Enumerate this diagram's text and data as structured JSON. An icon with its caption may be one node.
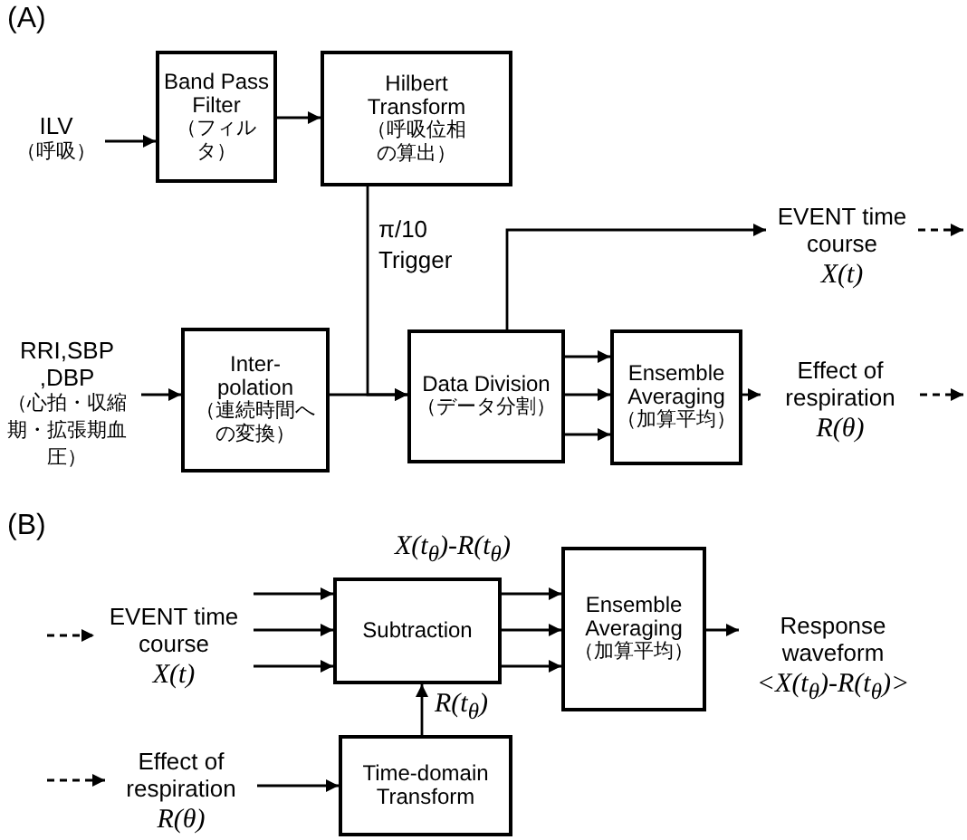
{
  "diagram": {
    "nodes": [
      {
        "text": [
          "ILV",
          "（呼吸）"
        ]
      },
      {
        "text": [
          "Band Pass Filter",
          "（フィルタ）"
        ]
      },
      {
        "text": [
          "Hilbert Transform",
          "（呼吸位相の算出）"
        ]
      },
      {
        "text": [
          "RRI,SBP ,DBP",
          "（心拍・収縮期・拡張期血圧）"
        ]
      },
      {
        "text": [
          "Inter- polation",
          "（連続時間への変換）"
        ]
      },
      {
        "text": [
          "Data Division",
          "（データ分割）"
        ]
      },
      {
        "text": [
          "Ensemble Averaging",
          "（加算平均）"
        ]
      },
      {
        "text": [
          "EVENT time course",
          "X(t)"
        ]
      },
      {
        "text": [
          "Effect of respiration",
          "R(θ)"
        ]
      },
      {
        "text": [
          "EVENT time course",
          "X(t)"
        ]
      },
      {
        "text": [
          "Subtraction"
        ]
      },
      {
        "text": [
          "Ensemble Averaging",
          "（加算平均）"
        ]
      },
      {
        "text": [
          "Response waveform",
          "<X(t$_{θ}$)-R(t$_{θ}$)>"
        ]
      },
      {
        "text": [
          "Effect of respiration",
          "R(θ)"
        ]
      },
      {
        "text": [
          "Time-domain Transform"
        ]
      }
    ],
    "edges": [
      {
        "from": 0,
        "to": 1,
        "arrow": "to"
      },
      {
        "from": 1,
        "to": 2,
        "arrow": "to"
      },
      {
        "from": 2,
        "to": 5,
        "arrow": "to",
        "label": "π/10 Trigger"
      },
      {
        "from": 3,
        "to": 4,
        "arrow": "to"
      },
      {
        "from": 4,
        "to": 5,
        "arrow": "to"
      },
      {
        "from": 5,
        "to": 6,
        "arrow": "to"
      },
      {
        "from": 5,
        "to": 6,
        "arrow": "to"
      },
      {
        "from": 5,
        "to": 6,
        "arrow": "to"
      },
      {
        "from": 5,
        "to": 7,
        "arrow": "to"
      },
      {
        "from": 6,
        "to": 8,
        "arrow": "to"
      },
      {
        "from": 7,
        "to": null,
        "arrow": "to",
        "style": "dashed"
      },
      {
        "from": 8,
        "to": null,
        "arrow": "to",
        "style": "dashed"
      },
      {
        "from": null,
        "to": 9,
        "arrow": "to",
        "style": "dashed"
      },
      {
        "from": 9,
        "to": 10,
        "arrow": "to"
      },
      {
        "from": 9,
        "to": 10,
        "arrow": "to"
      },
      {
        "from": 9,
        "to": 10,
        "arrow": "to"
      },
      {
        "from": 10,
        "to": 11,
        "arrow": "to"
      },
      {
        "from": 10,
        "to": 11,
        "arrow": "to"
      },
      {
        "from": 10,
        "to": 11,
        "arrow": "to"
      },
      {
        "from": 11,
        "to": 12,
        "arrow": "to"
      },
      {
        "from": null,
        "to": 13,
        "arrow": "to",
        "style": "dashed"
      },
      {
        "from": 13,
        "to": 14,
        "arrow": "to"
      },
      {
        "from": 14,
        "to": 10,
        "arrow": "to",
        "label": "R(t$_{θ}$)"
      }
    ],
    "labels": [
      "(A)",
      "(B)",
      "X(t$_{θ}$)-R(t$_{θ}$)"
    ]
  }
}
